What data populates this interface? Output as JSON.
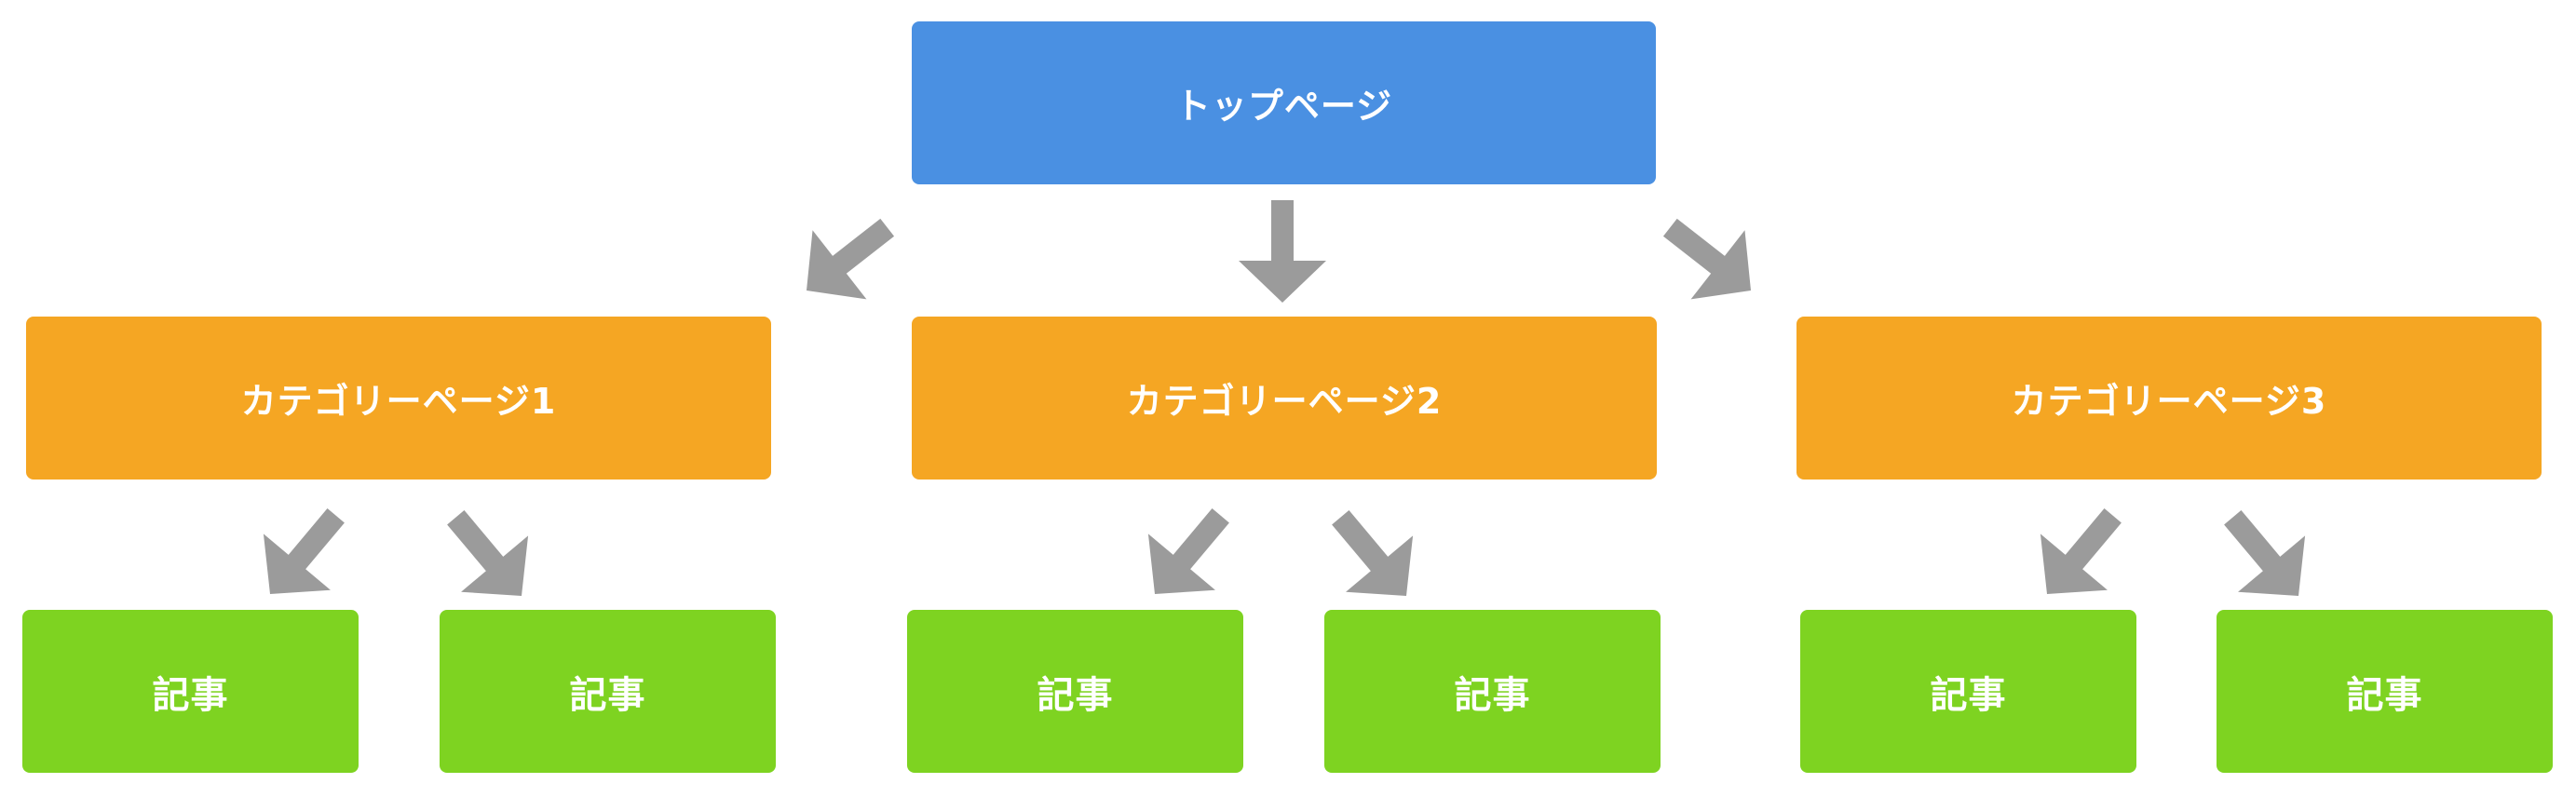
{
  "colors": {
    "top": "#4a90e2",
    "category": "#f5a623",
    "article": "#7ed321",
    "arrow": "#9b9b9b",
    "text": "#ffffff"
  },
  "top_page": {
    "label": "トップページ"
  },
  "categories": [
    {
      "label": "カテゴリーページ1",
      "articles": [
        "記事",
        "記事"
      ]
    },
    {
      "label": "カテゴリーページ2",
      "articles": [
        "記事",
        "記事"
      ]
    },
    {
      "label": "カテゴリーページ3",
      "articles": [
        "記事",
        "記事"
      ]
    }
  ]
}
